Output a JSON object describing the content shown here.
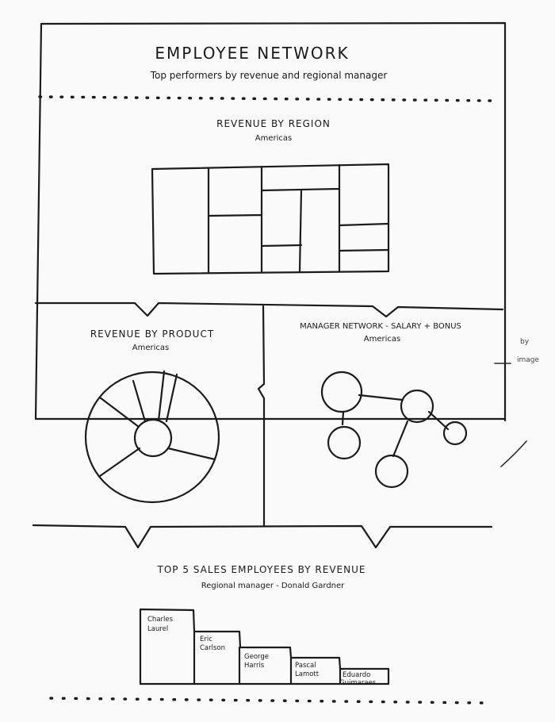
{
  "header": {
    "title": "EMPLOYEE NETWORK",
    "subtitle": "Top performers by revenue and regional manager"
  },
  "treemap": {
    "title": "REVENUE BY REGION",
    "subtitle": "Americas"
  },
  "donut": {
    "title": "REVENUE BY PRODUCT",
    "subtitle": "Americas"
  },
  "network": {
    "title": "MANAGER NETWORK - SALARY + BONUS",
    "subtitle": "Americas"
  },
  "side_note": {
    "line1": "by",
    "line2": "image"
  },
  "bottom": {
    "title": "TOP 5 SALES EMPLOYEES BY REVENUE",
    "subtitle": "Regional manager - Donald Gardner",
    "employees": [
      {
        "first": "Charles",
        "last": "Laurel"
      },
      {
        "first": "Eric",
        "last": "Carlson"
      },
      {
        "first": "George",
        "last": "Harris"
      },
      {
        "first": "Pascal",
        "last": "Lamott"
      },
      {
        "first": "Eduardo",
        "last": "Guimaraes"
      }
    ]
  }
}
